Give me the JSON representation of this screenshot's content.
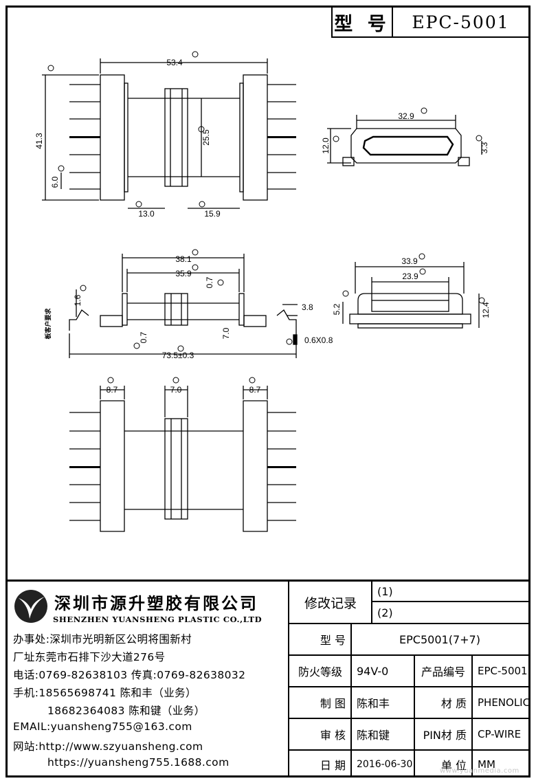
{
  "header": {
    "label": "型 号",
    "model": "EPC-5001"
  },
  "dimensions": {
    "d53_4": "53.4",
    "d41_3": "41.3",
    "d25_5": "25.5",
    "d6_0": "6.0",
    "d13_0": "13.0",
    "d15_9": "15.9",
    "d32_9": "32.9",
    "d12_0": "12.0",
    "d3_3": "3.3",
    "d38_1": "38.1",
    "d35_9": "35.9",
    "d1_6": "1.6",
    "d0_7a": "0.7",
    "d0_7b": "0.7",
    "d7_0a": "7.0",
    "d3_8": "3.8",
    "d0_6x0_8": "0.6X0.8",
    "d73_5": "73.5±0.3",
    "side_note": "板客户要求",
    "d33_9": "33.9",
    "d23_9": "23.9",
    "d5_2": "5.2",
    "d12_4": "12.4",
    "d8_7a": "8.7",
    "d7_0b": "7.0",
    "d8_7b": "8.7"
  },
  "company": {
    "name_cn": "深圳市源升塑胶有限公司",
    "name_en": "SHENZHEN YUANSHENG PLASTIC CO.,LTD",
    "office": "办事处:深圳市光明新区公明将围新村",
    "factory": "厂址东莞市石排下沙大道276号",
    "phone": "电话:0769-82638103 传真:0769-82638032",
    "mobile1": "手机:18565698741 陈和丰（业务）",
    "mobile2": "18682364083 陈和键（业务）",
    "email": "EMAIL:yuansheng755@163.com",
    "website": "网站:http://www.szyuansheng.com",
    "website2": "https://yuansheng755.1688.com"
  },
  "table": {
    "revision_label": "修改记录",
    "rev1": "(1)",
    "rev2": "(2)",
    "model_label": "型 号",
    "model_value": "EPC5001(7+7)",
    "fire_label": "防火等级",
    "fire_value": "94V-0",
    "product_no_label": "产品编号",
    "product_no_value": "EPC-5001",
    "drawn_label": "制 图",
    "drawn_value": "陈和丰",
    "material_label": "材 质",
    "material_value": "PHENOLIC",
    "check_label": "审 核",
    "check_value": "陈和键",
    "pin_material_label": "PIN材 质",
    "pin_material_value": "CP-WIRE",
    "date_label": "日 期",
    "date_value": "2016-06-30",
    "unit_label": "单 位",
    "unit_value": "MM"
  },
  "watermark": "www.yuanmedia.com"
}
